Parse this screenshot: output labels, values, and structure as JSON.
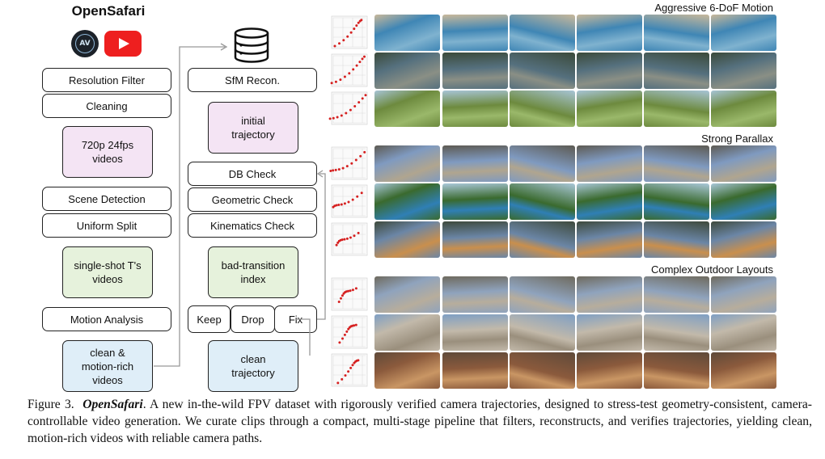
{
  "pipeline": {
    "title": "OpenSafari",
    "left": [
      "Resolution Filter",
      "Cleaning",
      "720p 24fps\nvideos",
      "Scene Detection",
      "Uniform Split",
      "single-shot T's\nvideos",
      "Motion Analysis",
      "clean &\nmotion-rich\nvideos"
    ],
    "right": [
      "SfM Recon.",
      "initial\ntrajectory",
      "DB Check",
      "Geometric Check",
      "Kinematics Check",
      "bad-transition\nindex",
      "Keep",
      "Drop",
      "Fix",
      "clean\ntrajectory"
    ]
  },
  "sections": [
    "Aggressive 6-DoF Motion",
    "Strong Parallax",
    "Complex Outdoor Layouts"
  ],
  "caption": {
    "label": "Figure 3.",
    "name": "OpenSafari",
    "text": ". A new in-the-wild FPV dataset with rigorously verified camera trajectories, designed to stress-test geometry-consistent, camera-controllable video generation. We curate clips through a compact, multi-stage pipeline that filters, reconstructs, and verifies trajectories, yielding clean, motion-rich videos with reliable camera paths."
  },
  "colors": {
    "pink": "#f4e4f4",
    "green": "#e6f2dc",
    "blue": "#dfeef8",
    "trajectory": "#d62020"
  }
}
